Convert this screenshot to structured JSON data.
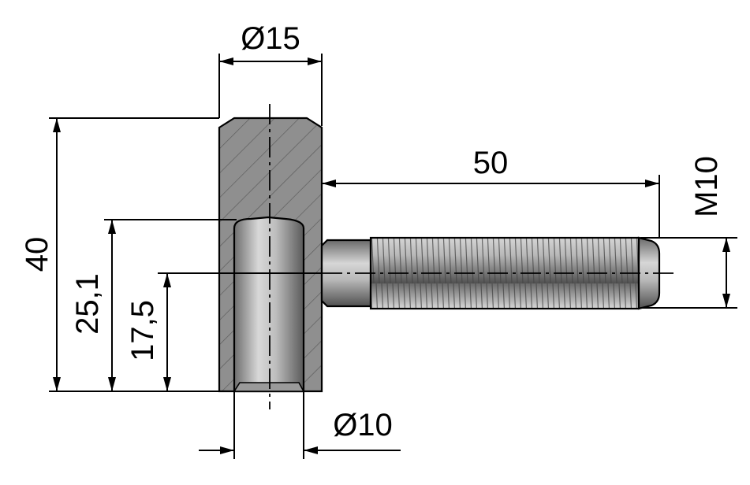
{
  "dimensions": {
    "head_diameter": "Ø15",
    "bore_diameter": "Ø10",
    "overall_height": "40",
    "bore_depth": "25,1",
    "pin_axis_height": "17,5",
    "pin_length": "50",
    "thread_size": "M10"
  },
  "colors": {
    "line": "#000000",
    "body_fill": "#8f8f8f",
    "hatch": "#555555",
    "background": "#ffffff"
  }
}
